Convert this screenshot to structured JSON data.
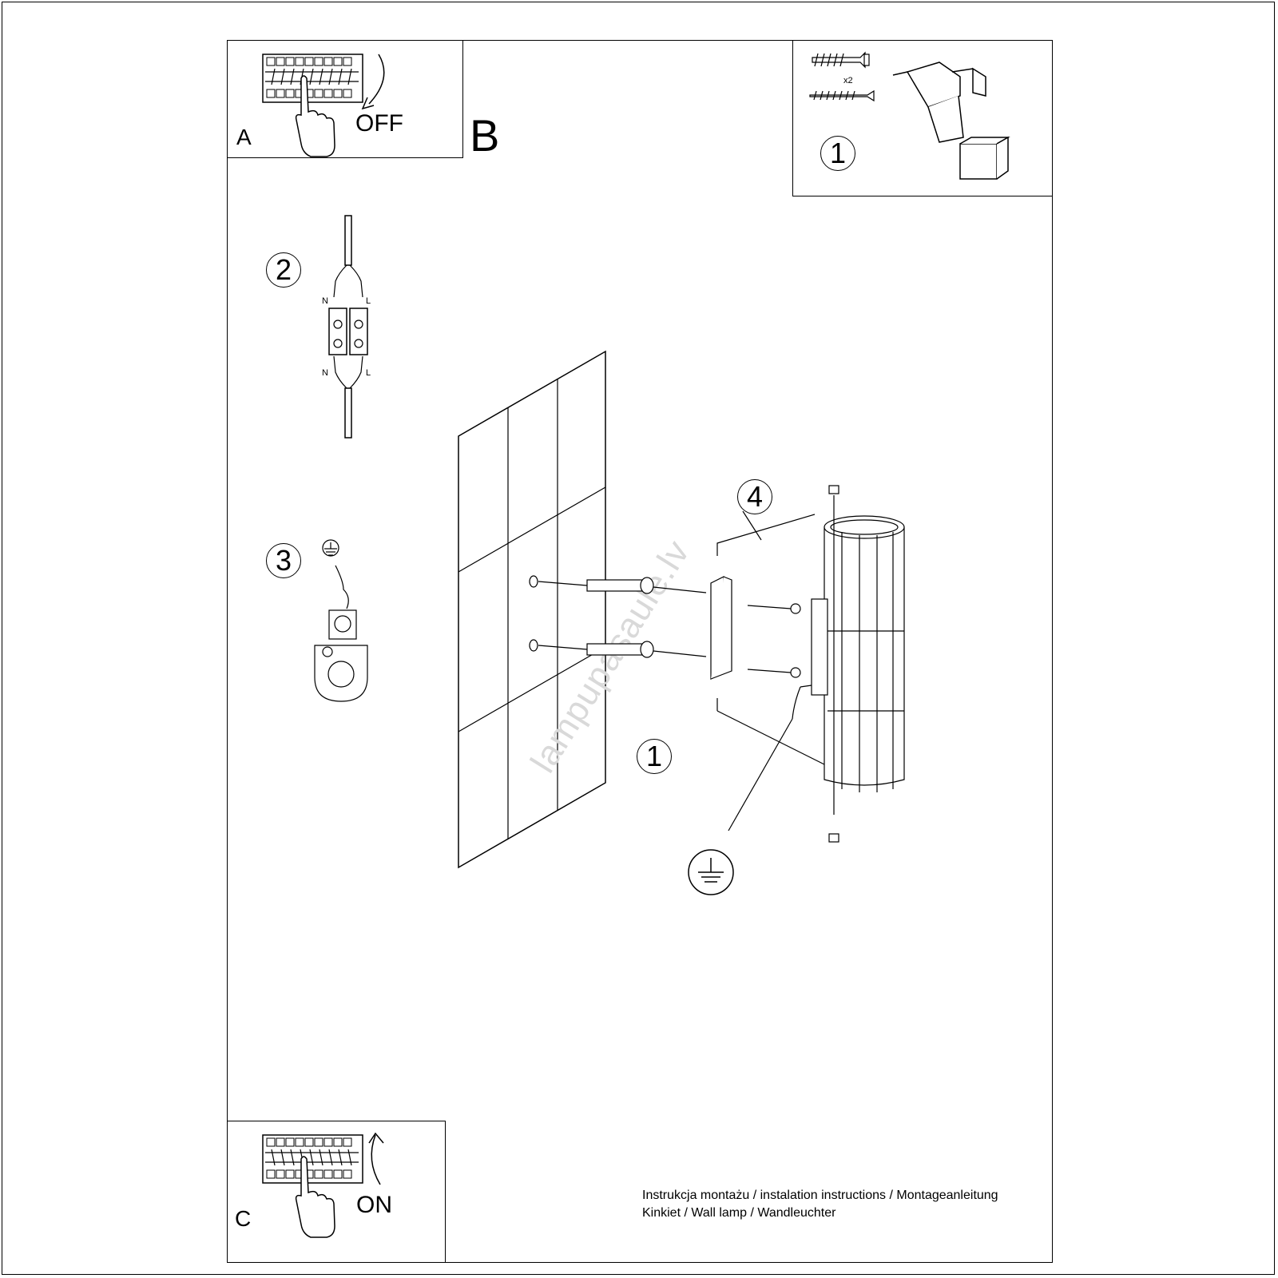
{
  "panels": {
    "a": {
      "letter": "A",
      "text": "OFF"
    },
    "b": {
      "letter": "B"
    },
    "c": {
      "letter": "C",
      "text": "ON"
    }
  },
  "tools": {
    "quantity": "x2",
    "step": "1"
  },
  "steps": {
    "two": "2",
    "three": "3",
    "four": "4",
    "one": "1"
  },
  "terminal": {
    "n_top": "N",
    "l_top": "L",
    "n_bottom": "N",
    "l_bottom": "L"
  },
  "watermark": "lampupasaule.lv",
  "footer": {
    "line1": "Instrukcja montażu / instalation instructions / Montageanleitung",
    "line2": "Kinkiet / Wall lamp / Wandleuchter"
  }
}
